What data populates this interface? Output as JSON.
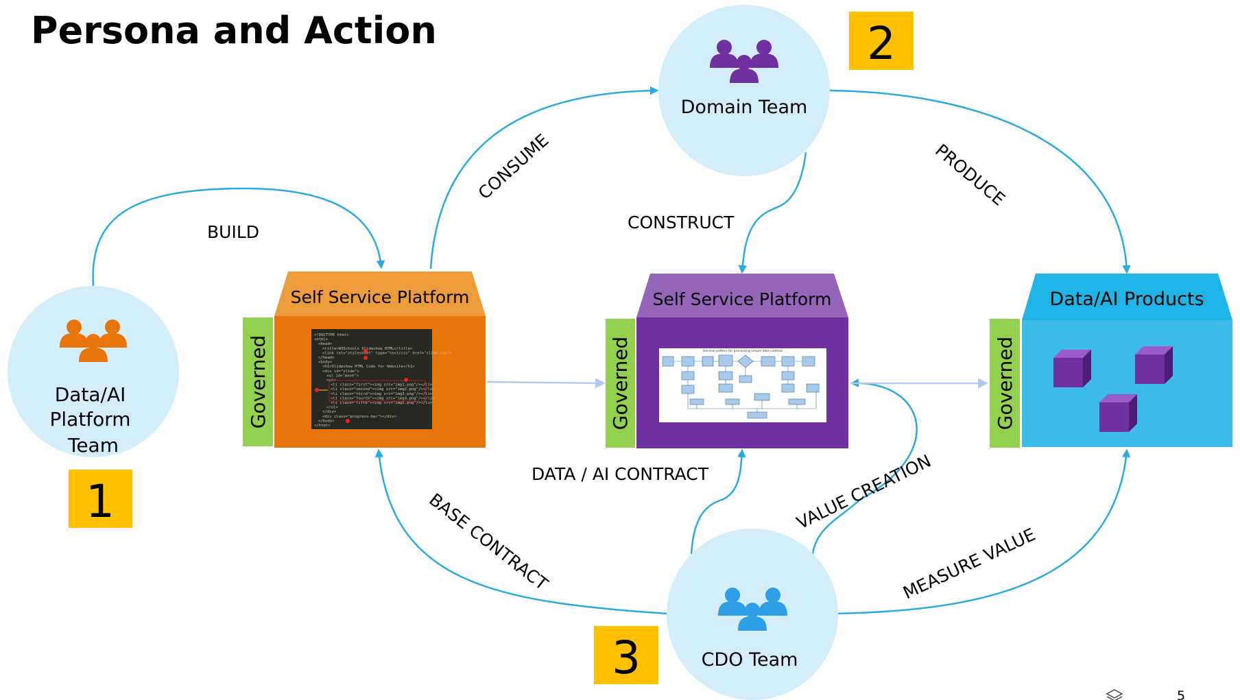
{
  "title": "Persona and Action",
  "personas": {
    "platform_team": {
      "label_lines": [
        "Data/AI",
        "Platform",
        "Team"
      ],
      "number": "1",
      "icon": "people-group-icon",
      "color": "#e8750a"
    },
    "domain_team": {
      "label": "Domain Team",
      "number": "2",
      "icon": "people-group-icon",
      "color": "#7030a0"
    },
    "cdo_team": {
      "label": "CDO Team",
      "number": "3",
      "icon": "people-group-icon",
      "color": "#2e9ee6"
    }
  },
  "boxes": {
    "platform_left": {
      "title": "Self Service Platform",
      "side_label": "Governed",
      "screenshot": "code-editor-screenshot"
    },
    "platform_center": {
      "title": "Self Service Platform",
      "side_label": "Governed",
      "screenshot": "flowchart-screenshot"
    },
    "products": {
      "title": "Data/AI Products",
      "side_label": "Governed",
      "icon": "cube-icon"
    }
  },
  "actions": {
    "build": "BUILD",
    "consume": "CONSUME",
    "construct": "CONSTRUCT",
    "produce": "PRODUCE",
    "data_ai_contract": "DATA / AI CONTRACT",
    "base_contract": "BASE CONTRACT",
    "value_creation": "VALUE CREATION",
    "measure_value": "MEASURE VALUE"
  },
  "code_lines": [
    "<!DOCTYPE html>",
    "<html>",
    "<head>",
    "<title>W3Schools Slideshow HTML</title>",
    "<link rel=\"stylesheet\" type=\"text/css\" href=\"slide.css\">",
    "</head>",
    "<body>",
    "<h1>Slideshow HTML Code for Website</h1>",
    "<div id=\"slide\">",
    "<ul id=\"move\">",
    "<ul>",
    "<li class=\"first\"><img src=\"img1.png\"/></li>",
    "<li class=\"second\"><img src=\"img2.png\"/></li>",
    "<li class=\"third\"><img src=\"img3.png\"/></li>",
    "<li class=\"fourth\"><img src=\"img4.png\"/></li>",
    "<li class=\"fifth\"><img src=\"img5.png\"/></li>",
    "</ul>",
    "</div>",
    "<div class=\"progress-bar\"></div>",
    "</body>",
    "</html>"
  ],
  "flowchart_title": "General pattern for processing simple data controls",
  "footer": {
    "page_number": "5",
    "logo_icon": "layers-logo-icon"
  },
  "colors": {
    "arrow": "#29aae1",
    "light_arrow": "#b4c7f0",
    "circle": "#d4eef9",
    "badge": "#ffc000",
    "governed": "#92d050",
    "orange_roof": "#ed9c3c",
    "orange_body": "#e8750a",
    "purple_roof": "#9465b8",
    "purple_body": "#7030a0",
    "blue_roof": "#1fb4e6",
    "blue_body": "#3dbbe8"
  }
}
